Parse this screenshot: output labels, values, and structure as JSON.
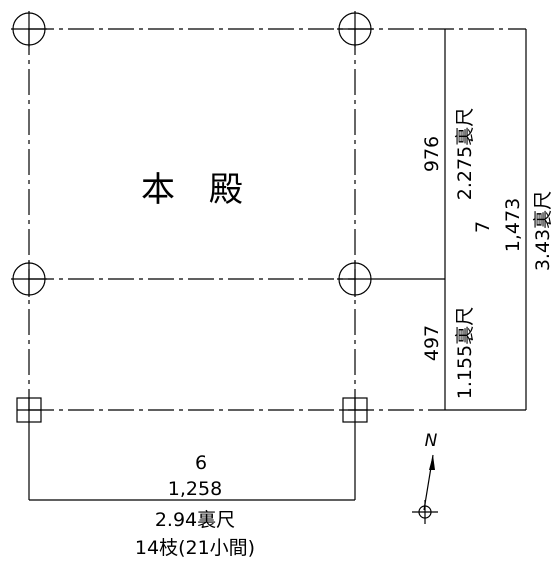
{
  "colors": {
    "ink": "#000000",
    "paper": "#ffffff"
  },
  "main_hall": {
    "label": "本　殿"
  },
  "north_marker": {
    "label": "N",
    "icon": "north-arrow-icon"
  },
  "dimensions": {
    "frontage": {
      "bays": "6",
      "mm": "1,258",
      "shaku": "2.94裏尺",
      "rafters": "14枝(21小間)"
    },
    "depth_upper": {
      "mm": "976",
      "shaku": "2.275裏尺"
    },
    "depth_lower": {
      "mm": "497",
      "shaku": "1.155裏尺"
    },
    "depth_total": {
      "bays": "7",
      "mm": "1,473",
      "shaku": "3.43裏尺"
    }
  }
}
